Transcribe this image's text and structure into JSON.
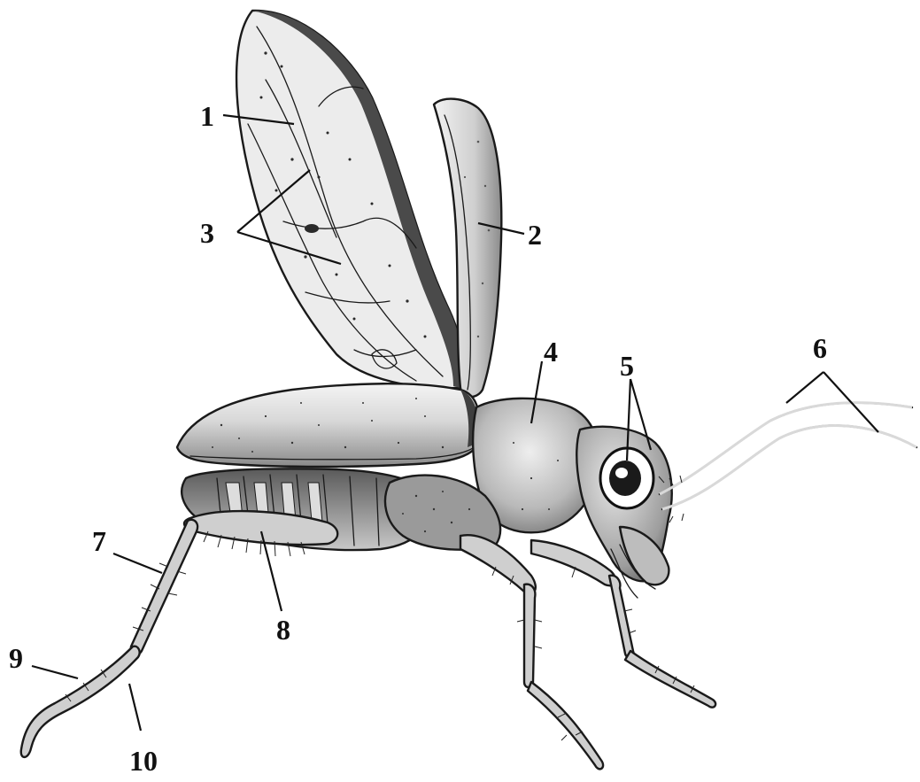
{
  "labels": [
    "1",
    "2",
    "3",
    "4",
    "5",
    "6",
    "7",
    "8",
    "9",
    "10"
  ],
  "colors": {
    "ink": "#1a1a1a",
    "wing": "#e9e9e9",
    "body_light": "#dcdcdc",
    "body_mid": "#a8a8a8",
    "body_dark": "#5a5a5a",
    "background": "#ffffff"
  }
}
